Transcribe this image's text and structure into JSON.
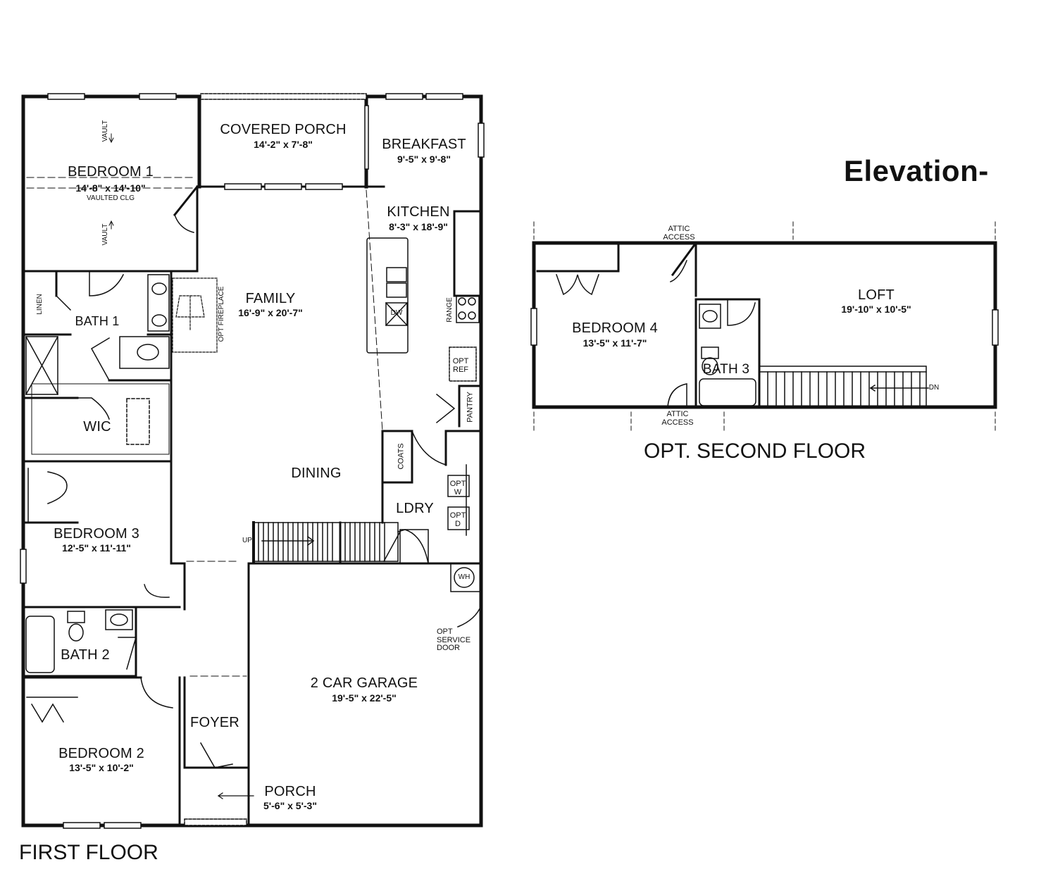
{
  "header": {
    "elevation": "Elevation-"
  },
  "first_floor": {
    "title": "FIRST FLOOR",
    "rooms": {
      "bedroom1": {
        "name": "BEDROOM 1",
        "dims": "14'-8\" x 14'-10\"",
        "note": "VAULTED CLG"
      },
      "covered_porch": {
        "name": "COVERED PORCH",
        "dims": "14'-2\" x 7'-8\""
      },
      "breakfast": {
        "name": "BREAKFAST",
        "dims": "9'-5\" x 9'-8\""
      },
      "kitchen": {
        "name": "KITCHEN",
        "dims": "8'-3\" x 18'-9\""
      },
      "family": {
        "name": "FAMILY",
        "dims": "16'-9\" x 20'-7\""
      },
      "bath1": {
        "name": "BATH 1"
      },
      "wic": {
        "name": "WIC"
      },
      "dining": {
        "name": "DINING"
      },
      "ldry": {
        "name": "LDRY"
      },
      "bedroom3": {
        "name": "BEDROOM 3",
        "dims": "12'-5\" x 11'-11\""
      },
      "bath2": {
        "name": "BATH 2"
      },
      "garage": {
        "name": "2 CAR GARAGE",
        "dims": "19'-5\" x 22'-5\""
      },
      "foyer": {
        "name": "FOYER"
      },
      "bedroom2": {
        "name": "BEDROOM 2",
        "dims": "13'-5\" x 10'-2\""
      },
      "porch": {
        "name": "PORCH",
        "dims": "5'-6\" x 5'-3\""
      }
    },
    "notes": {
      "vault": "VAULT",
      "linen": "LINEN",
      "opt_fireplace": "OPT FIREPLACE",
      "dw": "DW",
      "range": "RANGE",
      "opt_ref": [
        "OPT",
        "REF"
      ],
      "pantry": "PANTRY",
      "coats": "COATS",
      "opt_w": [
        "OPT",
        "W"
      ],
      "opt_d": [
        "OPT",
        "D"
      ],
      "up": "UP",
      "wh": "WH",
      "service_door": [
        "OPT",
        "SERVICE",
        "DOOR"
      ]
    }
  },
  "second_floor": {
    "title": "OPT. SECOND FLOOR",
    "rooms": {
      "bedroom4": {
        "name": "BEDROOM 4",
        "dims": "13'-5\" x 11'-7\""
      },
      "loft": {
        "name": "LOFT",
        "dims": "19'-10\" x 10'-5\""
      },
      "bath3": {
        "name": "BATH 3"
      }
    },
    "notes": {
      "attic_access": [
        "ATTIC",
        "ACCESS"
      ],
      "dn": "DN"
    }
  }
}
